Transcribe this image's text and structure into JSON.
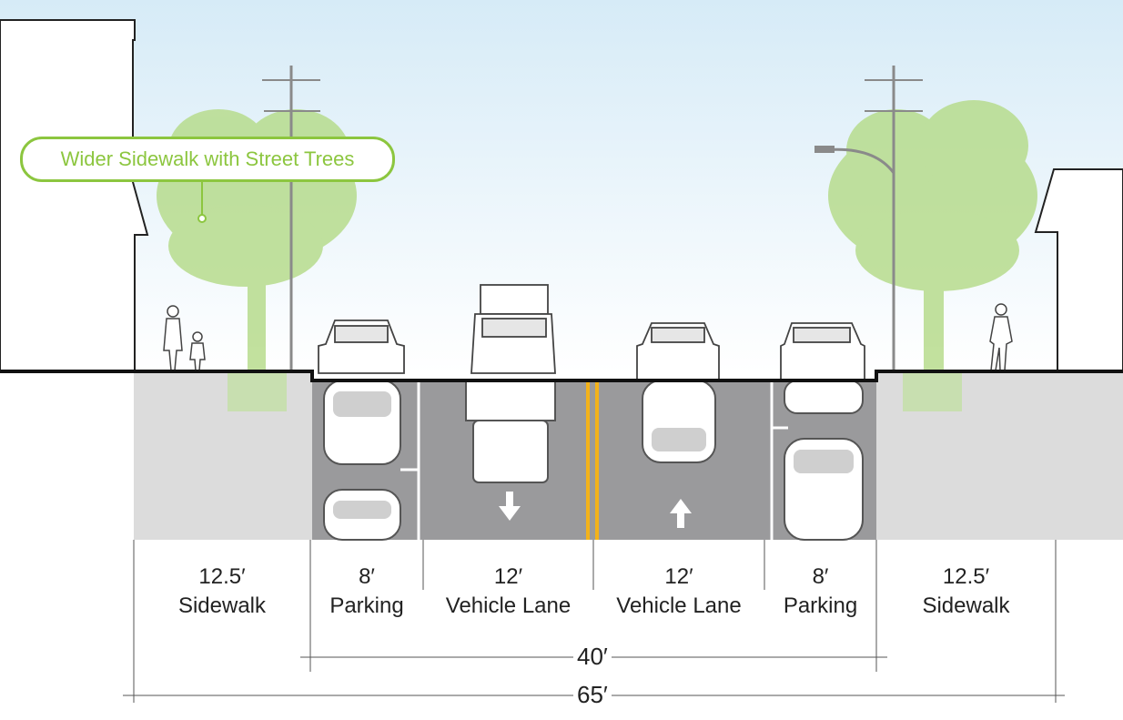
{
  "callout": {
    "text": "Wider Sidewalk with Street Trees"
  },
  "segments": [
    {
      "width": "12.5′",
      "name": "Sidewalk"
    },
    {
      "width": "8′",
      "name": "Parking"
    },
    {
      "width": "12′",
      "name": "Vehicle Lane"
    },
    {
      "width": "12′",
      "name": "Vehicle Lane"
    },
    {
      "width": "8′",
      "name": "Parking"
    },
    {
      "width": "12.5′",
      "name": "Sidewalk"
    }
  ],
  "totals": {
    "curb_to_curb": "40′",
    "right_of_way": "65′"
  },
  "colors": {
    "accent_green": "#8cc63f",
    "tree_green": "#b7dc8d",
    "asphalt": "#9a9a9c",
    "sidewalk": "#dcdcdc",
    "center_line": "#f3b21b"
  }
}
